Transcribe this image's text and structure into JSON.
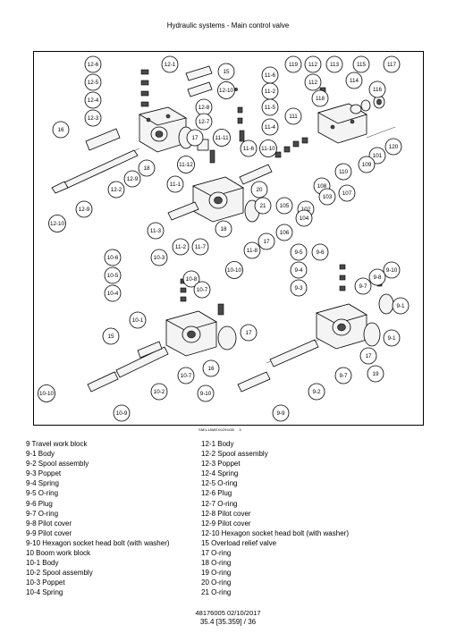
{
  "header": {
    "title": "Hydraulic systems - Main control valve"
  },
  "figure": {
    "image_code": "SMIL18MEX0294GB",
    "image_number": "3",
    "callouts": {
      "top_left_group": [
        "12-6",
        "12-5",
        "12-4",
        "12-3",
        "12-1",
        "15",
        "12-10",
        "12-8",
        "12-7",
        "17",
        "16",
        "18",
        "12-9",
        "12-2",
        "12-9",
        "12-10"
      ],
      "top_center_group": [
        "11-6",
        "11-2",
        "11-5",
        "11-4",
        "11-11",
        "11-12",
        "11-6",
        "11-10",
        "11-1",
        "20",
        "21",
        "11-3",
        "18",
        "11-2",
        "11-7",
        "11-8",
        "17"
      ],
      "top_right_group": [
        "119",
        "112",
        "113",
        "115",
        "117",
        "112",
        "118",
        "114",
        "116",
        "111",
        "120",
        "101",
        "109",
        "110",
        "107",
        "108",
        "103",
        "102",
        "105",
        "104",
        "106"
      ],
      "bottom_left_group": [
        "10-6",
        "10-5",
        "10-4",
        "10-3",
        "10-8",
        "10-10",
        "10-7",
        "10-1",
        "15",
        "17",
        "16",
        "10-7",
        "10-2",
        "10-10",
        "10-9"
      ],
      "bottom_right_group": [
        "9-5",
        "9-6",
        "9-4",
        "9-3",
        "9-10",
        "9-7",
        "9-8",
        "9-1",
        "9-1",
        "17",
        "19",
        "9-7",
        "9-2",
        "9-10",
        "9-9"
      ]
    }
  },
  "legend_left": [
    "9 Travel work block",
    "9-1 Body",
    "9-2 Spool assembly",
    "9-3 Poppet",
    "9-4 Spring",
    "9-5 O-ring",
    "9-6 Plug",
    "9-7 O-ring",
    "9-8 Pilot cover",
    "9-9 Pilot cover",
    "9-10 Hexagon socket head bolt (with washer)",
    "10 Boom work block",
    "10-1 Body",
    "10-2 Spool assembly",
    "10-3 Poppet",
    "10-4 Spring"
  ],
  "legend_right": [
    "12-1 Body",
    "12-2 Spool assembly",
    "12-3 Poppet",
    "12-4 Spring",
    "12-5 O-ring",
    "12-6 Plug",
    "12-7 O-ring",
    "12-8 Pilot cover",
    "12-9 Pilot cover",
    "12-10 Hexagon socket head bolt (with washer)",
    "15 Overload relief valve",
    "17 O-ring",
    "18 O-ring",
    "19 O-ring",
    "20 O-ring",
    "21 O-ring"
  ],
  "footer": {
    "doc_ref": "48176005 02/10/2017",
    "page_ref": "35.4 [35.359] / 36"
  }
}
